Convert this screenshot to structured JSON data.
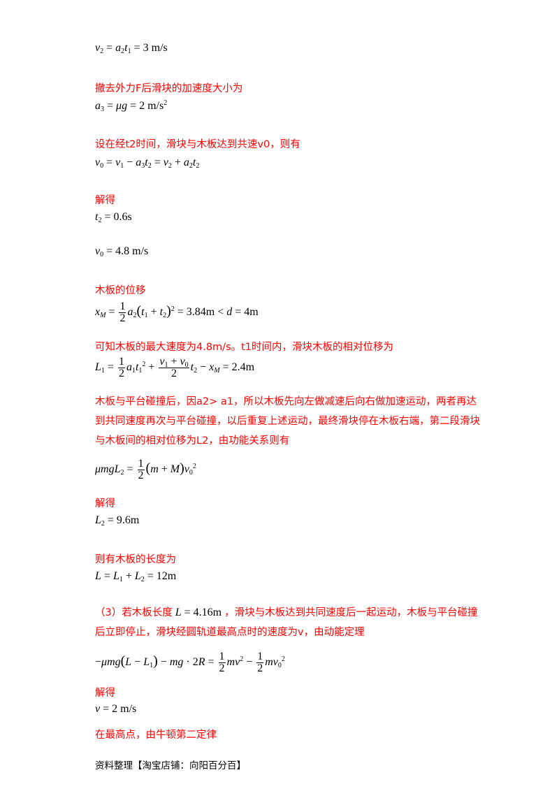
{
  "lines": {
    "t_after_remove": "撤去外力F后滑块的加速度大小为",
    "t_set_t2": "设在经t2时间，滑块与木板达到共速v0，则有",
    "t_solve1": "解得",
    "t_board_disp": "木板的位移",
    "t_max_speed": "可知木板的最大速度为4.8m/s。t1时间内，滑块木板的相对位移为",
    "t_collision": "木板与平台碰撞后，因a2> a1，所以木板先向左做减速后向右做加速运动，两者再达到共同速度再次与平台碰撞，以后重复上述运动，最终滑块停在木板右端，第二段滑块与木板间的相对位移为L2，由功能关系则有",
    "t_solve2": "解得",
    "t_board_len": "则有木板的长度为",
    "t_q3_prefix": "（3）若木板长度",
    "t_q3_suffix": "，滑块与木板达到共同速度后一起运动，木板与平台碰撞后立即停止，滑块经圆轨道最高点时的速度为v，由动能定理",
    "t_solve3": "解得",
    "t_top": "在最高点，由牛顿第二定律"
  },
  "footer": "资料整理【淘宝店铺：向阳百分百】"
}
